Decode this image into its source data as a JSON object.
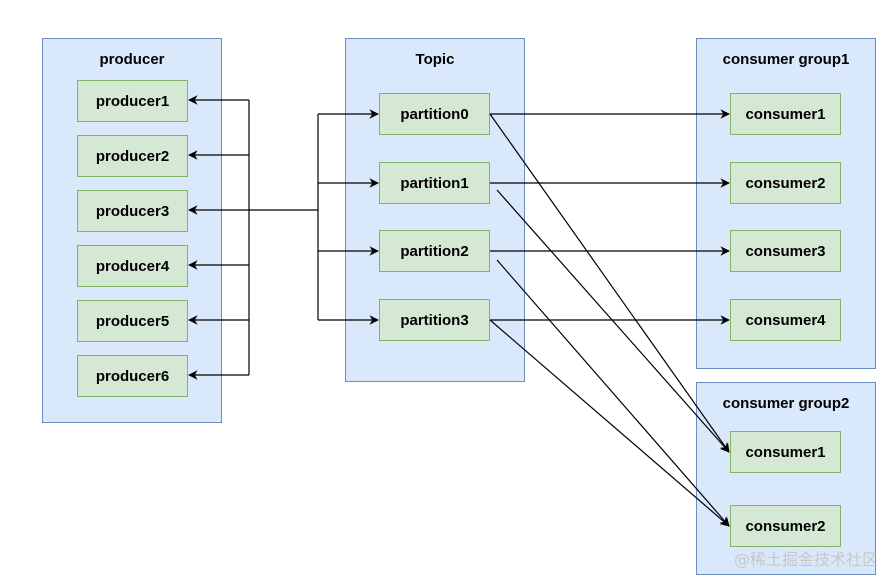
{
  "producer_group": {
    "title": "producer",
    "items": [
      "producer1",
      "producer2",
      "producer3",
      "producer4",
      "producer5",
      "producer6"
    ]
  },
  "topic": {
    "title": "Topic",
    "partitions": [
      "partition0",
      "partition1",
      "partition2",
      "partition3"
    ]
  },
  "consumer_group1": {
    "title": "consumer group1",
    "items": [
      "consumer1",
      "consumer2",
      "consumer3",
      "consumer4"
    ]
  },
  "consumer_group2": {
    "title": "consumer group2",
    "items": [
      "consumer1",
      "consumer2"
    ]
  },
  "watermark": "@稀土掘金技术社区",
  "colors": {
    "container_fill": "#dae8fc",
    "container_stroke": "#6c8ebf",
    "node_fill": "#d5e8d4",
    "node_stroke": "#82b366",
    "edge": "#000000"
  }
}
